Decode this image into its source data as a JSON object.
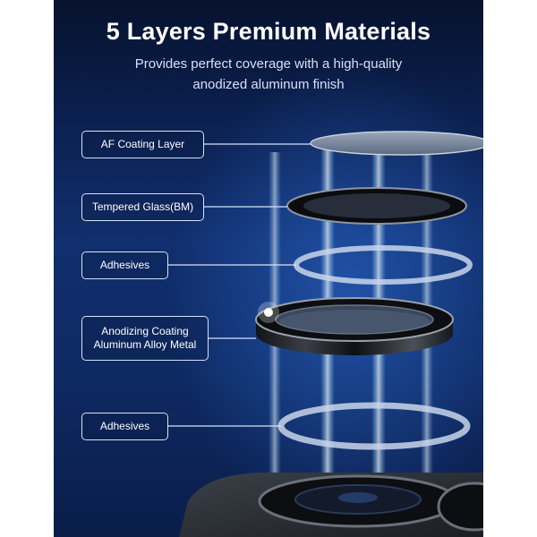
{
  "header": {
    "title": "5 Layers Premium Materials",
    "subtitle_line1": "Provides perfect coverage with a high-quality",
    "subtitle_line2": "anodized aluminum finish"
  },
  "layers": [
    {
      "label": "AF Coating Layer"
    },
    {
      "label": "Tempered Glass(BM)"
    },
    {
      "label": "Adhesives"
    },
    {
      "label_line1": "Anodizing Coating",
      "label_line2": "Aluminum Alloy Metal"
    },
    {
      "label": "Adhesives"
    }
  ],
  "colors": {
    "background_top": "#06122e",
    "background_mid": "#112f6e",
    "light_beam": "#7fd2ff",
    "label_border": "#d8e2f4"
  }
}
